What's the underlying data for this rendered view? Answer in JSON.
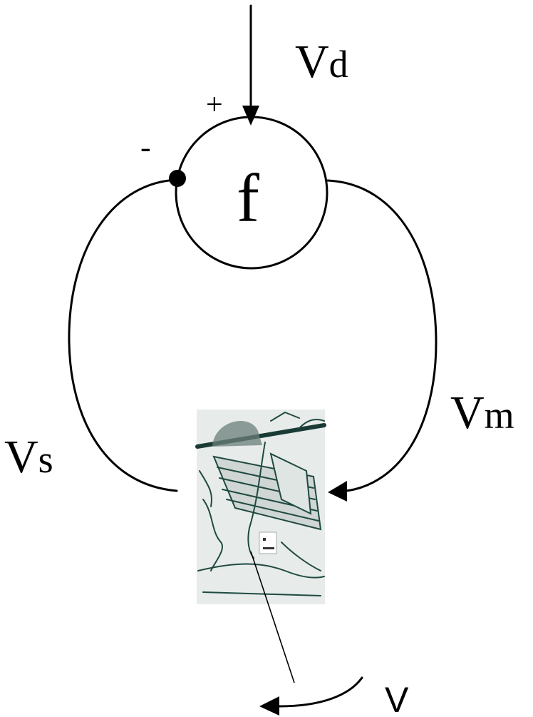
{
  "labels": {
    "vd_main": "V",
    "vd_sub": "d",
    "plus": "+",
    "minus": "-",
    "summing_function": "f",
    "vm_main": "V",
    "vm_sub": "m",
    "vs_main": "V",
    "vs_sub": "s",
    "v_output": "V"
  },
  "colors": {
    "line": "#000000",
    "sketch_ink": "#1f4a42",
    "sketch_paper": "#e7ebe9"
  }
}
